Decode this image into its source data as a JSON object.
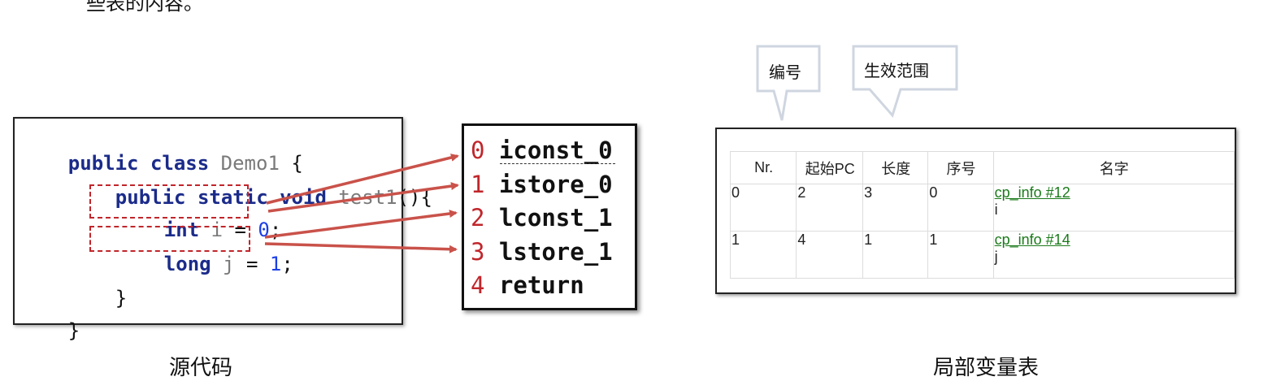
{
  "top_fragment": "些表的内容。",
  "source_code": {
    "line1": {
      "kw1": "public",
      "kw2": "class",
      "name": "Demo1",
      "brace": "{"
    },
    "line2": {
      "kw1": "public",
      "kw2": "static",
      "kw3": "void",
      "name": "test1",
      "paren": "(){"
    },
    "line3": {
      "kw": "int",
      "var": "i",
      "eq": "=",
      "val": "0",
      "semi": ";"
    },
    "line4": {
      "kw": "long",
      "var": "j",
      "eq": "=",
      "val": "1",
      "semi": ";"
    },
    "line5": {
      "brace": "}"
    },
    "line6": {
      "brace": "}"
    }
  },
  "bytecode": [
    {
      "index": "0",
      "op": "iconst_0"
    },
    {
      "index": "1",
      "op": "istore_0"
    },
    {
      "index": "2",
      "op": "lconst_1"
    },
    {
      "index": "3",
      "op": "lstore_1"
    },
    {
      "index": "4",
      "op": "return"
    }
  ],
  "callouts": {
    "number": "编号",
    "scope": "生效范围"
  },
  "table": {
    "headers": [
      "Nr.",
      "起始PC",
      "长度",
      "序号",
      "名字"
    ],
    "rows": [
      {
        "nr": "0",
        "start_pc": "2",
        "length": "3",
        "index": "0",
        "name_link": "cp_info #12",
        "name": "i"
      },
      {
        "nr": "1",
        "start_pc": "4",
        "length": "1",
        "index": "1",
        "name_link": "cp_info #14",
        "name": "j"
      }
    ]
  },
  "captions": {
    "left": "源代码",
    "right": "局部变量表"
  },
  "colors": {
    "arrow": "#c9524a",
    "keyword": "#1b2b8a",
    "number": "#1c3fe8",
    "highlight_box": "#c0262b",
    "link": "#1a7a1a"
  }
}
